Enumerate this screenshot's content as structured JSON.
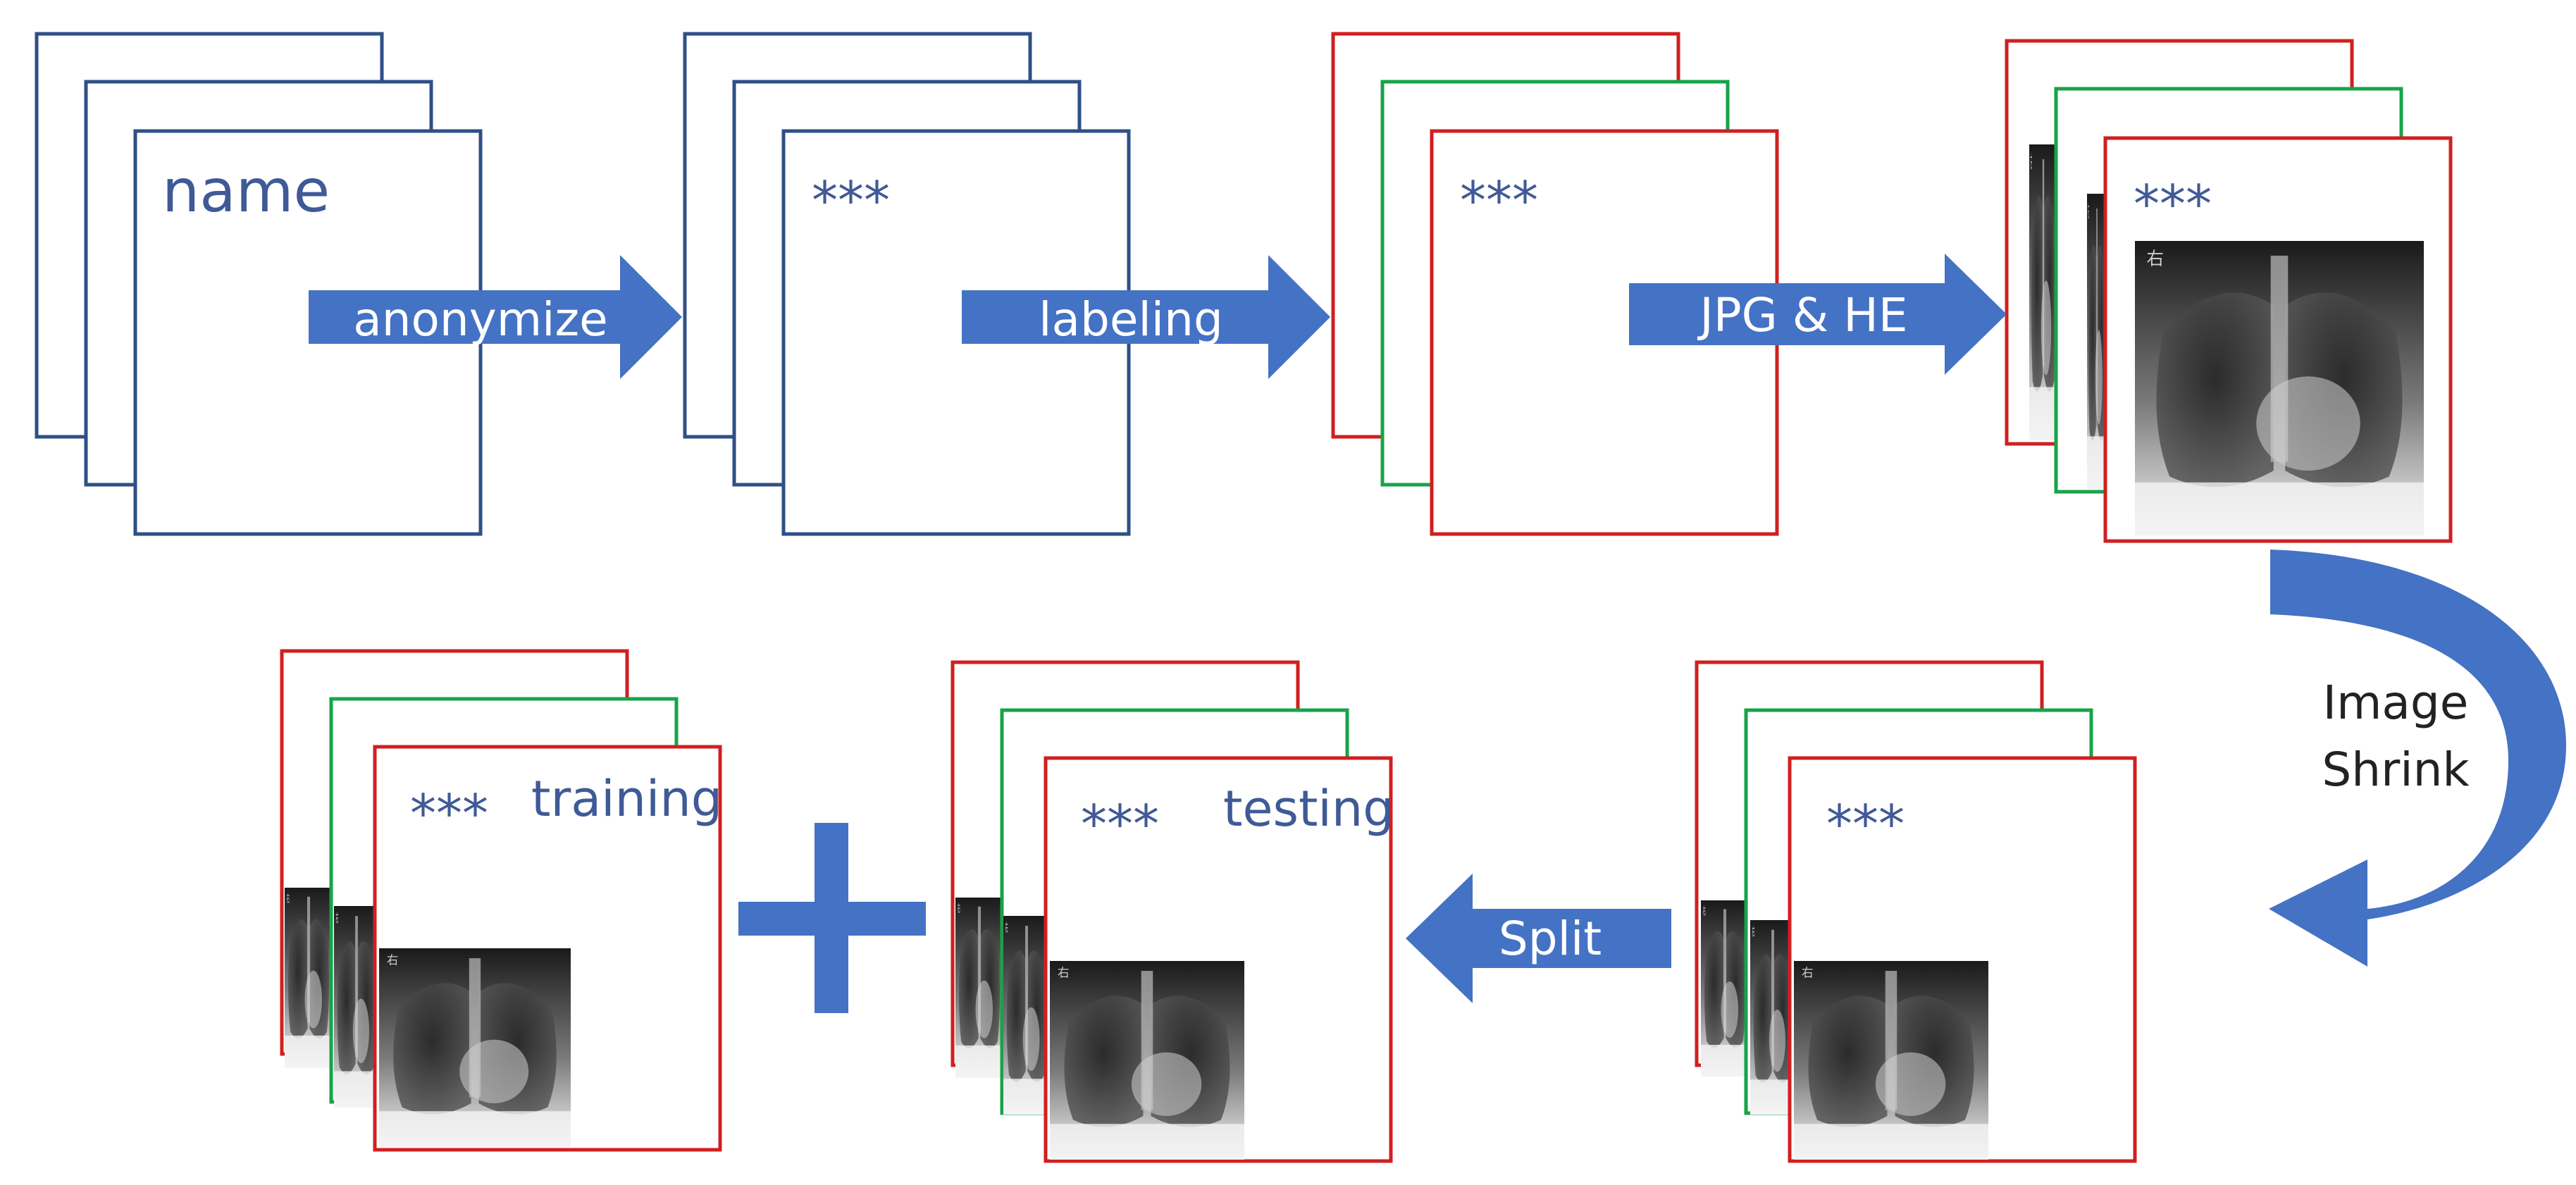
{
  "colors": {
    "navy_border": "#2f4f86",
    "red_border": "#d11f1f",
    "green_border": "#17a34a",
    "arrow_fill": "#4472c4",
    "label_blue": "#3f5a96"
  },
  "stages": {
    "original": {
      "label": "name"
    },
    "anonymized": {
      "label": "***"
    },
    "labeled": {
      "label": "***"
    },
    "converted": {
      "label": "***"
    },
    "shrunk": {
      "label": "***"
    },
    "testing": {
      "label": "***",
      "tag": "testing"
    },
    "training": {
      "label": "***",
      "tag": "training"
    }
  },
  "arrows": {
    "anonymize": "anonymize",
    "labeling": "labeling",
    "jpg_he": "JPG & HE",
    "split": "Split",
    "shrink_line1": "Image",
    "shrink_line2": "Shrink"
  },
  "plus_icon": "plus-icon"
}
